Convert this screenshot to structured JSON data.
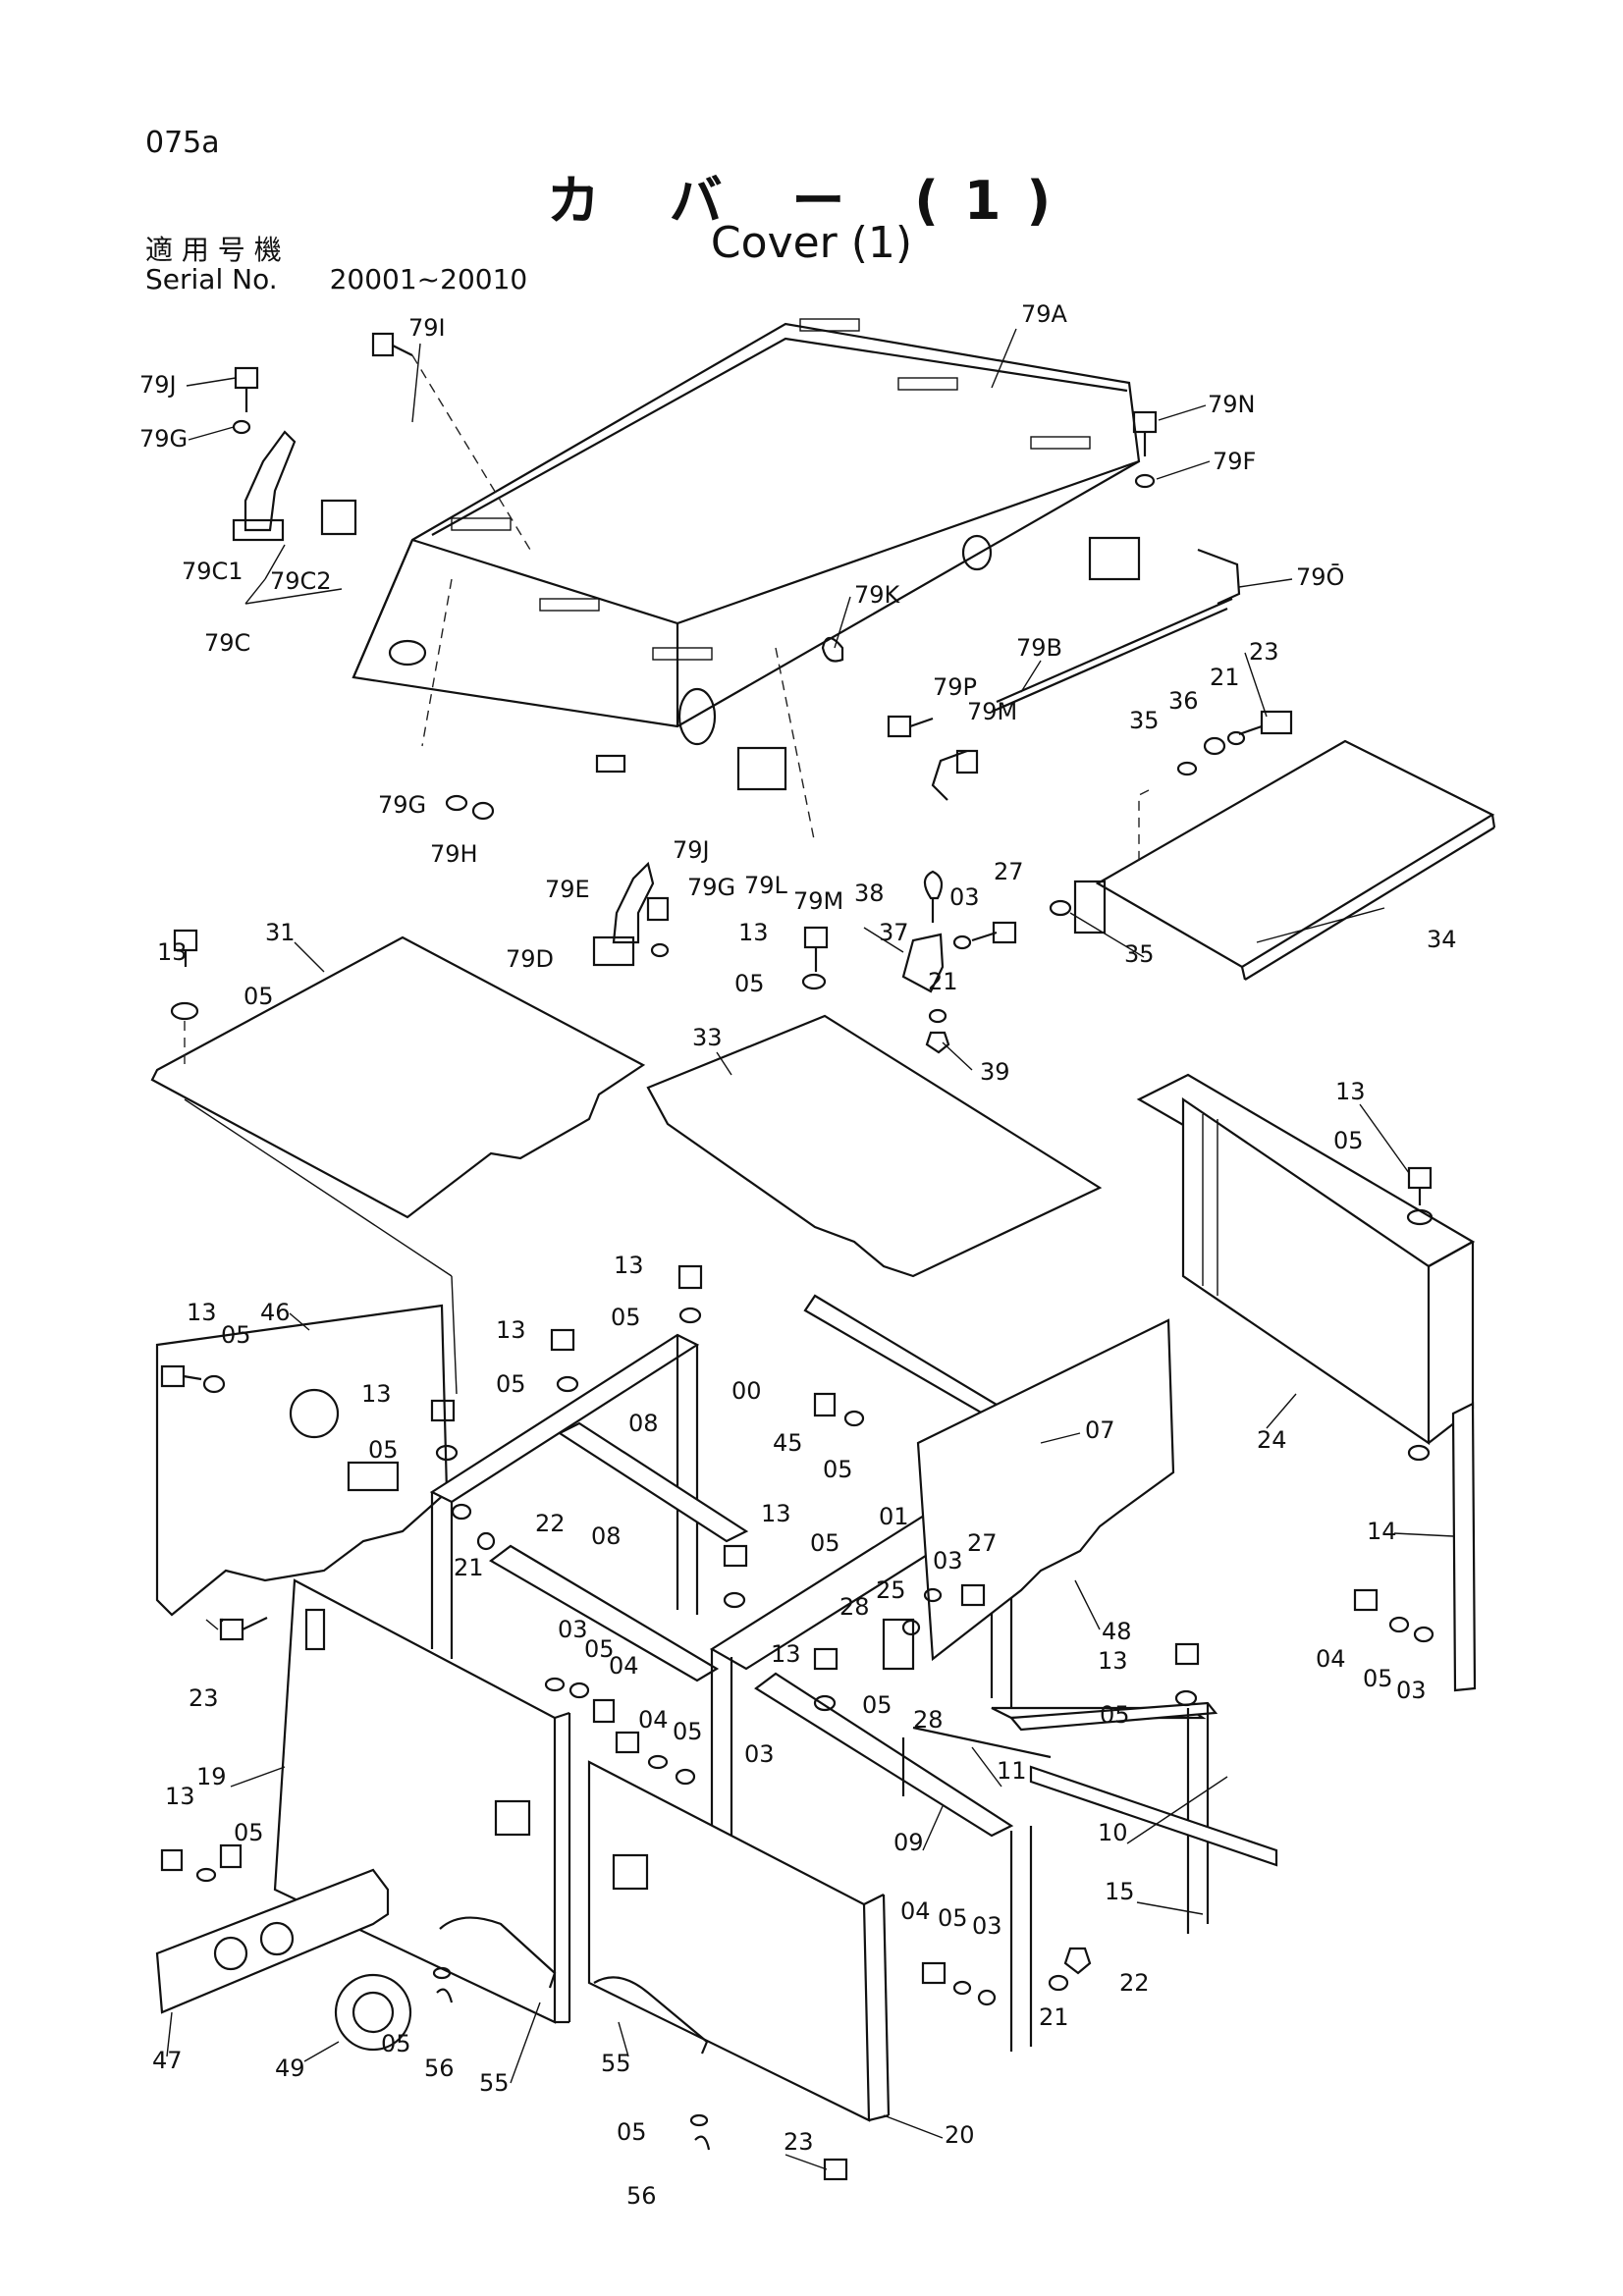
{
  "page_code": "075a",
  "title_ja": "カ バ ー (1)",
  "title_en": "Cover (1)",
  "serial": {
    "label_ja": "適 用 号 機",
    "label_en": "Serial No.",
    "range": "20001~20010"
  },
  "labels": {
    "l79A": "79A",
    "l79I": "79I",
    "l79J_a": "79J",
    "l79G_a": "79G",
    "l79C1": "79C1",
    "l79C2": "79C2",
    "l79C": "79C",
    "l79N": "79N",
    "l79F": "79F",
    "l79O": "79Ō",
    "l79K": "79K",
    "l79B": "79B",
    "l79P": "79P",
    "l79M_a": "79M",
    "l23_a": "23",
    "l35_a": "35",
    "l36": "36",
    "l21_a": "21",
    "l79G_b": "79G",
    "l79H": "79H",
    "l79E": "79E",
    "l79J_b": "79J",
    "l79G_c": "79G",
    "l79L": "79L",
    "l79M_b": "79M",
    "l38": "38",
    "l03_a": "03",
    "l27_a": "27",
    "l34": "34",
    "l35_b": "35",
    "l79D": "79D",
    "l13_a": "13",
    "l31": "31",
    "l05_a": "05",
    "l13_b": "13",
    "l37": "37",
    "l05_b": "05",
    "l21_b": "21",
    "l39": "39",
    "l33": "33",
    "l13_c": "13",
    "l05_c": "05",
    "l13_d": "13",
    "l05_d": "05",
    "l13_e": "13",
    "l46": "46",
    "l05_e": "05",
    "l13_f": "13",
    "l05_f": "05",
    "l00": "00",
    "l13_g": "13",
    "l08_a": "08",
    "l45": "45",
    "l05_g": "05",
    "l07": "07",
    "l24": "24",
    "l05_h": "05",
    "l22_a": "22",
    "l21_c": "21",
    "l08_b": "08",
    "l13_h": "13",
    "l05_i": "05",
    "l01": "01",
    "l03_b": "03",
    "l27_b": "27",
    "l14": "14",
    "l23_b": "23",
    "l25": "25",
    "l28_a": "28",
    "l48": "48",
    "l04_a": "04",
    "l05_j": "05",
    "l03_c": "03",
    "l03_d": "03",
    "l05_k": "05",
    "l04_b": "04",
    "l13_i": "13",
    "l05_l": "05",
    "l28_b": "28",
    "l13_j": "13",
    "l05_m": "05",
    "l04_c": "04",
    "l05_n": "05",
    "l03_e": "03",
    "l11": "11",
    "l13_k": "13",
    "l19": "19",
    "l05_o": "05",
    "l09": "09",
    "l10": "10",
    "l15": "15",
    "l04_d": "04",
    "l05_p": "05",
    "l03_f": "03",
    "l22_b": "22",
    "l21_d": "21",
    "l47": "47",
    "l49": "49",
    "l05_q": "05",
    "l56_a": "56",
    "l55_a": "55",
    "l55_b": "55",
    "l05_r": "05",
    "l56_b": "56",
    "l23_c": "23",
    "l20": "20"
  }
}
